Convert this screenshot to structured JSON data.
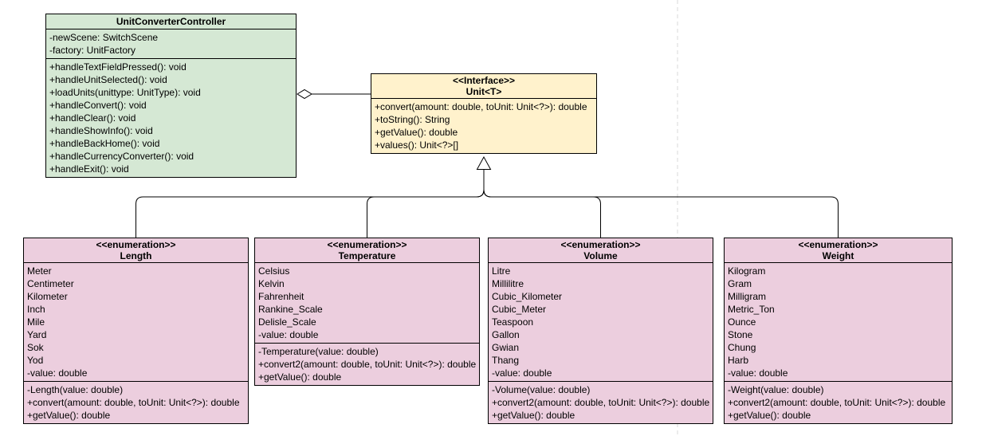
{
  "diagram": {
    "type": "uml-class-diagram",
    "background_color": "#ffffff",
    "line_color": "#000000",
    "page_divider_color": "#d9d9d9",
    "relations": [
      {
        "kind": "aggregation",
        "from": "UnitConverterController",
        "to": "Unit<T>"
      },
      {
        "kind": "realization",
        "from": "Length",
        "to": "Unit<T>"
      },
      {
        "kind": "realization",
        "from": "Temperature",
        "to": "Unit<T>"
      },
      {
        "kind": "realization",
        "from": "Volume",
        "to": "Unit<T>"
      },
      {
        "kind": "realization",
        "from": "Weight",
        "to": "Unit<T>"
      }
    ]
  },
  "controller": {
    "title": "UnitConverterController",
    "fill": "#d5e8d4",
    "attributes": [
      "-newScene: SwitchScene",
      "-factory: UnitFactory"
    ],
    "methods": [
      "+handleTextFieldPressed(): void",
      "+handleUnitSelected(): void",
      "+loadUnits(unittype: UnitType): void",
      "+handleConvert(): void",
      "+handleClear(): void",
      "+handleShowInfo(): void",
      "+handleBackHome(): void",
      "+handleCurrencyConverter(): void",
      "+handleExit(): void"
    ]
  },
  "interface": {
    "stereotype": "<<Interface>>",
    "title": "Unit<T>",
    "fill": "#fff2cc",
    "methods": [
      "+convert(amount: double, toUnit: Unit<?>): double",
      "+toString(): String",
      "+getValue(): double",
      "+values(): Unit<?>[]"
    ]
  },
  "enums": [
    {
      "stereotype": "<<enumeration>>",
      "title": "Length",
      "fill": "#eccede",
      "values": [
        "Meter",
        "Centimeter",
        "Kilometer",
        "Inch",
        "Mile",
        "Yard",
        "Sok",
        "Yod",
        "-value: double"
      ],
      "methods": [
        "-Length(value: double)",
        "+convert(amount: double, toUnit: Unit<?>): double",
        "+getValue(): double"
      ]
    },
    {
      "stereotype": "<<enumeration>>",
      "title": "Temperature",
      "fill": "#eccede",
      "values": [
        "Celsius",
        "Kelvin",
        "Fahrenheit",
        "Rankine_Scale",
        "Delisle_Scale",
        "-value: double"
      ],
      "methods": [
        "-Temperature(value: double)",
        "+convert2(amount: double, toUnit: Unit<?>): double",
        "+getValue(): double"
      ]
    },
    {
      "stereotype": "<<enumeration>>",
      "title": "Volume",
      "fill": "#eccede",
      "values": [
        "Litre",
        "Millilitre",
        "Cubic_Kilometer",
        "Cubic_Meter",
        "Teaspoon",
        "Gallon",
        "Gwian",
        "Thang",
        "-value: double"
      ],
      "methods": [
        "-Volume(value: double)",
        "+convert2(amount: double, toUnit: Unit<?>): double",
        "+getValue(): double"
      ]
    },
    {
      "stereotype": "<<enumeration>>",
      "title": "Weight",
      "fill": "#eccede",
      "values": [
        "Kilogram",
        "Gram",
        "Milligram",
        "Metric_Ton",
        "Ounce",
        "Stone",
        "Chung",
        "Harb",
        "-value: double"
      ],
      "methods": [
        "-Weight(value: double)",
        "+convert2(amount: double, toUnit: Unit<?>): double",
        "+getValue(): double"
      ]
    }
  ]
}
